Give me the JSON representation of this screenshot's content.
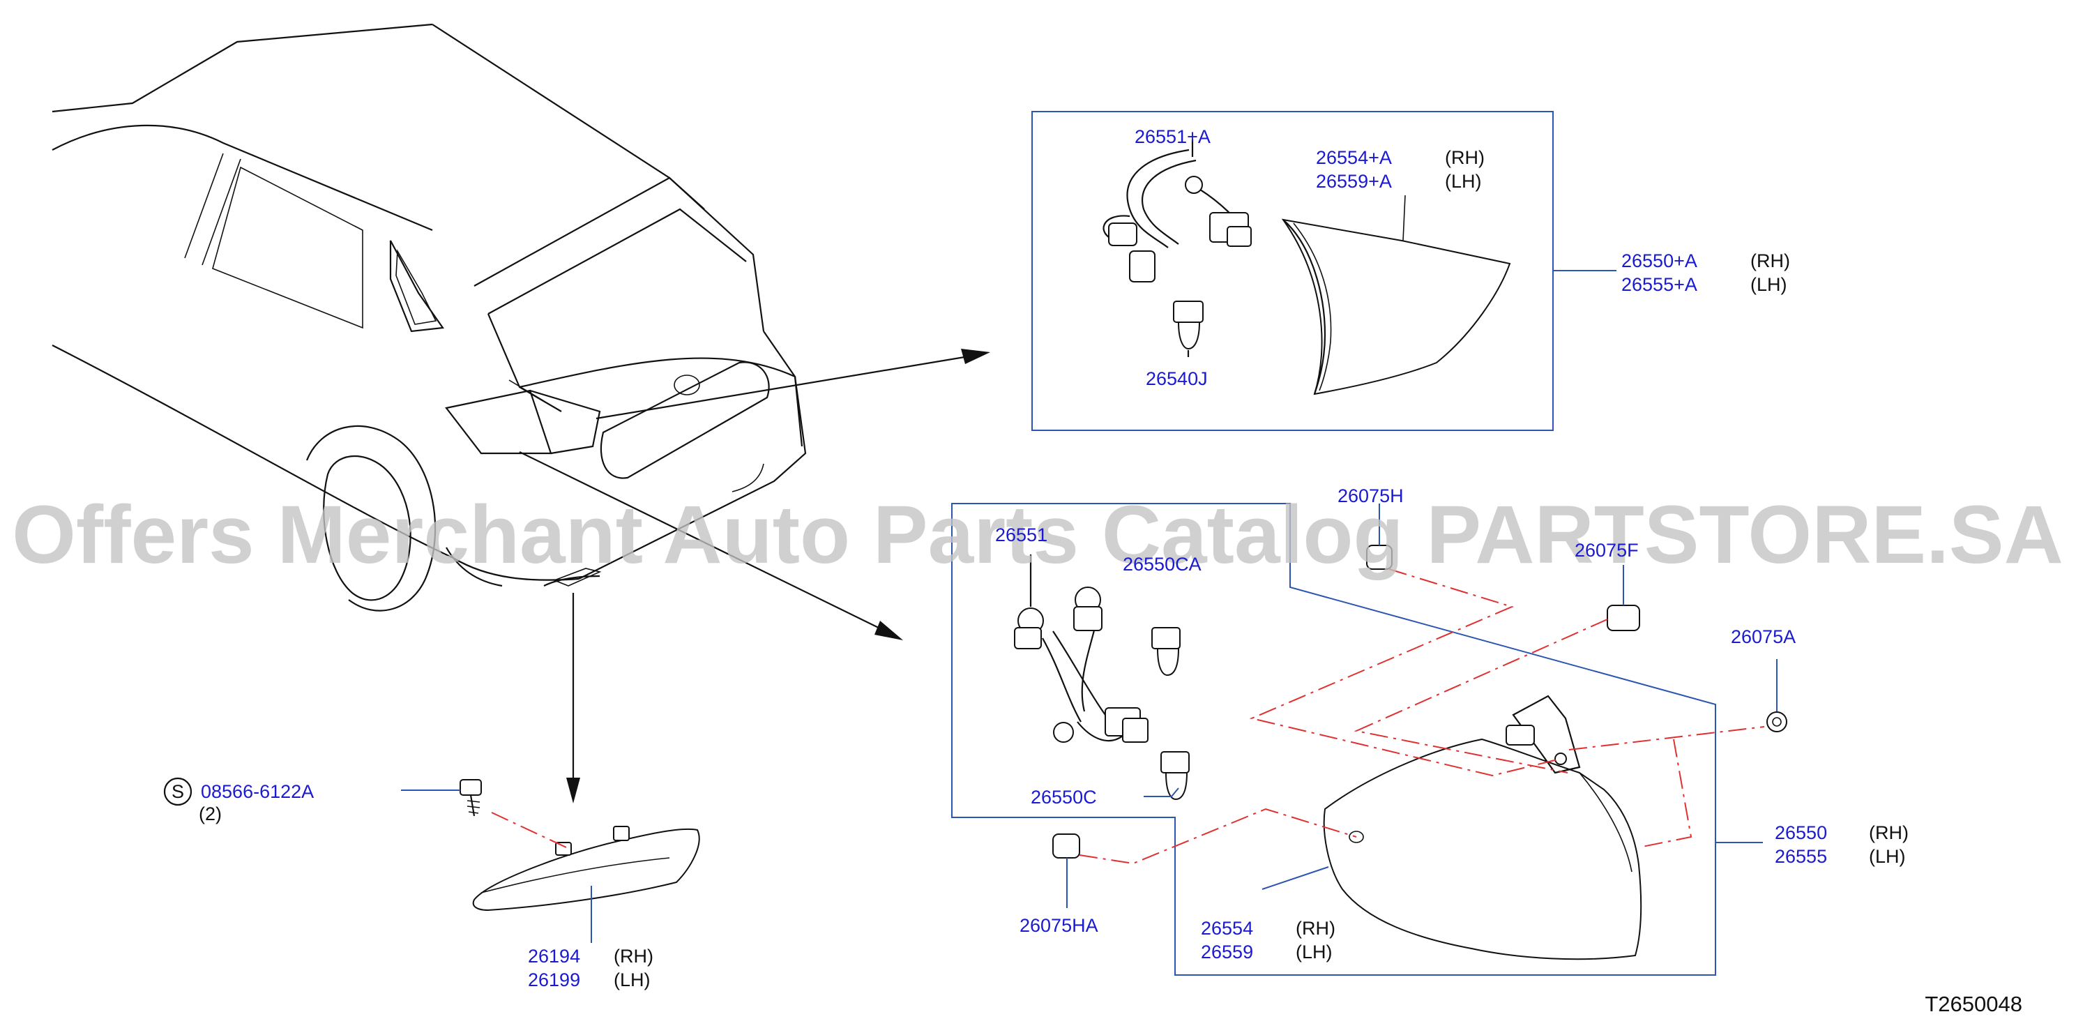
{
  "diagram": {
    "watermark": "Offers Merchant Auto Parts Catalog PARTSTORE.SA",
    "code": "T2650048",
    "labels": {
      "p26551A": "26551+A",
      "p26554A": "26554+A",
      "p26559A": "26559+A",
      "p26550A": "26550+A",
      "p26555A": "26555+A",
      "p26540J": "26540J",
      "p26075H": "26075H",
      "p26551": "26551",
      "p26550CA": "26550CA",
      "p26075F": "26075F",
      "p26075A": "26075A",
      "p26550C": "26550C",
      "p26550": "26550",
      "p26555": "26555",
      "p26554": "26554",
      "p26559": "26559",
      "p26075HA": "26075HA",
      "p08566": "08566-6122A",
      "p26194": "26194",
      "p26199": "26199",
      "qty": "(2)",
      "circle_s": "S",
      "rh": "(RH)",
      "lh": "(LH)"
    }
  }
}
